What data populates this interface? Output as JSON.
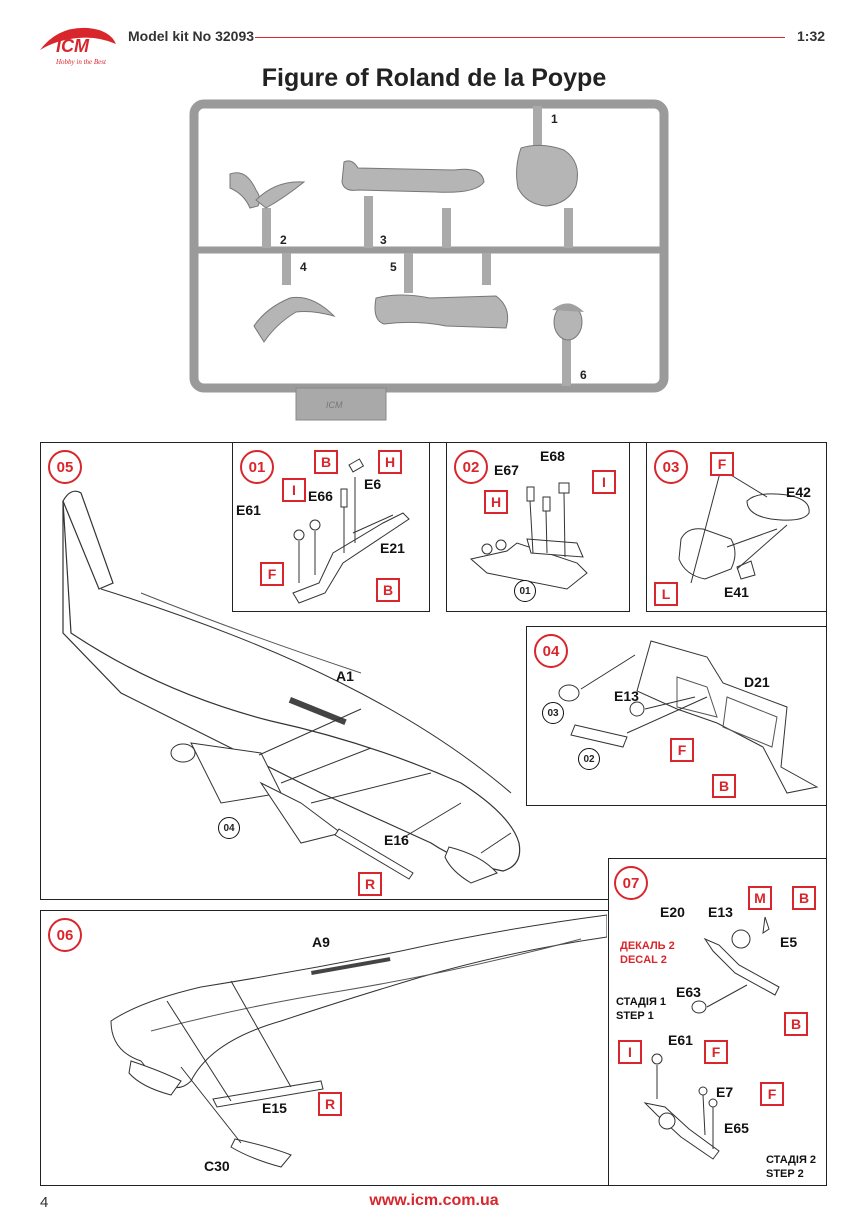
{
  "header": {
    "brand": "ICM",
    "brand_tagline": "Hobby in the Best",
    "kit_label": "Model kit No 32093",
    "scale": "1:32"
  },
  "title": "Figure of Roland de la Poype",
  "sprue": {
    "part_numbers": [
      "1",
      "2",
      "3",
      "4",
      "5",
      "6"
    ],
    "tab_logo": "ICM"
  },
  "steps": {
    "s05": {
      "number": "05",
      "labels": {
        "a1": "A1",
        "e16": "E16"
      },
      "tags": {
        "r": "R"
      },
      "ref": "04"
    },
    "s01": {
      "number": "01",
      "labels": {
        "e61": "E61",
        "e66": "E66",
        "e6": "E6",
        "e21": "E21"
      },
      "tags": {
        "b_top": "B",
        "h": "H",
        "i": "I",
        "f": "F",
        "b_bottom": "B"
      }
    },
    "s02": {
      "number": "02",
      "labels": {
        "e67": "E67",
        "e68": "E68"
      },
      "tags": {
        "h": "H",
        "i": "I"
      },
      "ref": "01"
    },
    "s03": {
      "number": "03",
      "labels": {
        "e42": "E42",
        "e41": "E41"
      },
      "tags": {
        "f": "F",
        "l": "L"
      }
    },
    "s04": {
      "number": "04",
      "labels": {
        "e13": "E13",
        "d21": "D21"
      },
      "tags": {
        "f": "F",
        "b": "B"
      },
      "refs": {
        "r03": "03",
        "r02": "02"
      }
    },
    "s06": {
      "number": "06",
      "labels": {
        "a9": "A9",
        "e15": "E15",
        "c30": "C30"
      },
      "tags": {
        "r": "R"
      }
    },
    "s07": {
      "number": "07",
      "labels": {
        "e20": "E20",
        "e13": "E13",
        "e5": "E5",
        "e63": "E63",
        "e61": "E61",
        "e7": "E7",
        "e65": "E65"
      },
      "decal_ua": "ДЕКАЛЬ 2",
      "decal_en": "DECAL 2",
      "stage1_ua": "СТАДІЯ 1",
      "stage1_en": "STEP 1",
      "stage2_ua": "СТАДІЯ 2",
      "stage2_en": "STEP 2",
      "tags": {
        "m": "M",
        "b1": "B",
        "b2": "B",
        "i": "I",
        "f1": "F",
        "f2": "F"
      }
    }
  },
  "footer": {
    "page": "4",
    "url": "www.icm.com.ua"
  },
  "colors": {
    "accent": "#d8262c",
    "sprue": "#a9a9a9",
    "line": "#222222"
  }
}
